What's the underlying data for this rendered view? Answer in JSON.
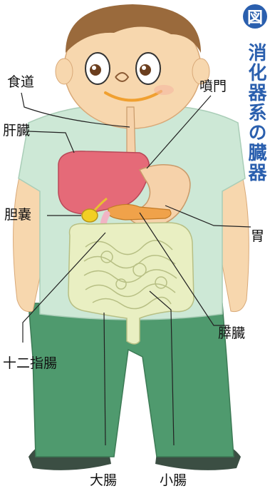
{
  "badge": "図",
  "title": "消化器系の臓器",
  "labels": {
    "esophagus": "食道",
    "cardia": "噴門",
    "liver": "肝臓",
    "gallbladder": "胆嚢",
    "stomach": "胃",
    "pancreas": "膵臓",
    "duodenum": "十二指腸",
    "large_intestine": "大腸",
    "small_intestine": "小腸"
  },
  "colors": {
    "title_blue": "#2a5fae",
    "skin": "#f7d7ae",
    "shirt": "#cde8d6",
    "pants": "#4f9a6e",
    "hair": "#9a6a3c",
    "liver": "#e56a78",
    "stomach": "#f6d2aa",
    "intestine": "#e9efc2",
    "gallbladder": "#f2cf24",
    "shoes": "#3b4e43"
  }
}
